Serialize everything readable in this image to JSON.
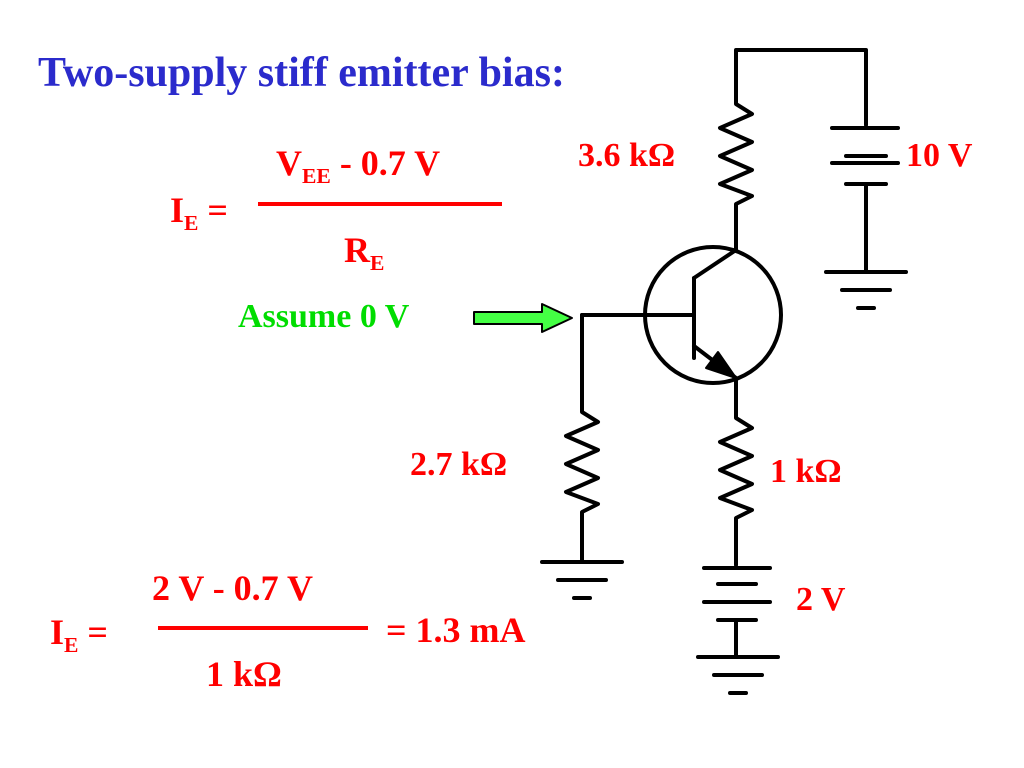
{
  "title": "Two-supply stiff emitter bias:",
  "colors": {
    "title": "#2b2bcc",
    "text": "#ff0000",
    "note": "#00dd00",
    "arrow_fill": "#44ff44",
    "wire": "#000000"
  },
  "formula1": {
    "lhs_main": "I",
    "lhs_sub": "E",
    "equals": " =",
    "num_main": "V",
    "num_sub": "EE",
    "num_rest": " - 0.7 V",
    "den_main": "R",
    "den_sub": "E"
  },
  "note": "Assume 0 V",
  "labels": {
    "r_collector": "3.6 kΩ",
    "r_base": "2.7 kΩ",
    "r_emitter": "1 kΩ",
    "v_collector": "10 V",
    "v_emitter": "2 V"
  },
  "formula2": {
    "lhs_main": "I",
    "lhs_sub": "E",
    "equals": " =",
    "numerator": "2 V - 0.7 V",
    "denominator": "1 kΩ",
    "result": "= 1.3 mA"
  }
}
